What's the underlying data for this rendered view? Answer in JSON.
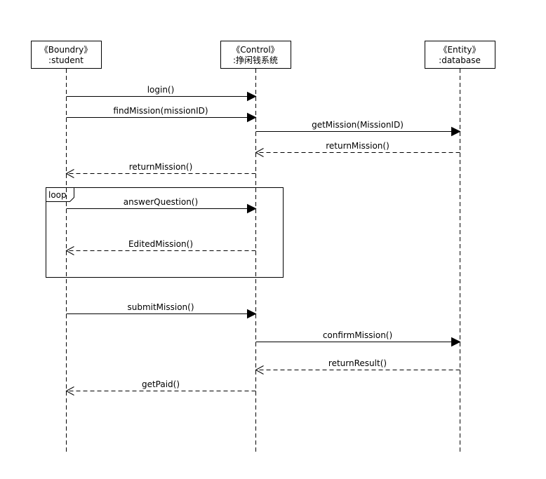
{
  "participants": [
    {
      "stereotype": "《Boundry》",
      "name": ":student"
    },
    {
      "stereotype": "《Control》",
      "name": ":挣闲钱系统"
    },
    {
      "stereotype": "《Entity》",
      "name": ":database"
    }
  ],
  "fragment": {
    "label": "loop"
  },
  "messages": [
    {
      "label": "login()",
      "from": 0,
      "to": 1,
      "kind": "sync"
    },
    {
      "label": "findMission(missionID)",
      "from": 0,
      "to": 1,
      "kind": "sync"
    },
    {
      "label": "getMission(MissionID)",
      "from": 1,
      "to": 2,
      "kind": "sync"
    },
    {
      "label": "returnMission()",
      "from": 2,
      "to": 1,
      "kind": "return"
    },
    {
      "label": "returnMission()",
      "from": 1,
      "to": 0,
      "kind": "return"
    },
    {
      "label": "answerQuestion()",
      "from": 0,
      "to": 1,
      "kind": "sync"
    },
    {
      "label": "EditedMission()",
      "from": 1,
      "to": 0,
      "kind": "return"
    },
    {
      "label": "submitMission()",
      "from": 0,
      "to": 1,
      "kind": "sync"
    },
    {
      "label": "confirmMission()",
      "from": 1,
      "to": 2,
      "kind": "sync"
    },
    {
      "label": "returnResult()",
      "from": 2,
      "to": 1,
      "kind": "return"
    },
    {
      "label": "getPaid()",
      "from": 1,
      "to": 0,
      "kind": "return"
    }
  ]
}
